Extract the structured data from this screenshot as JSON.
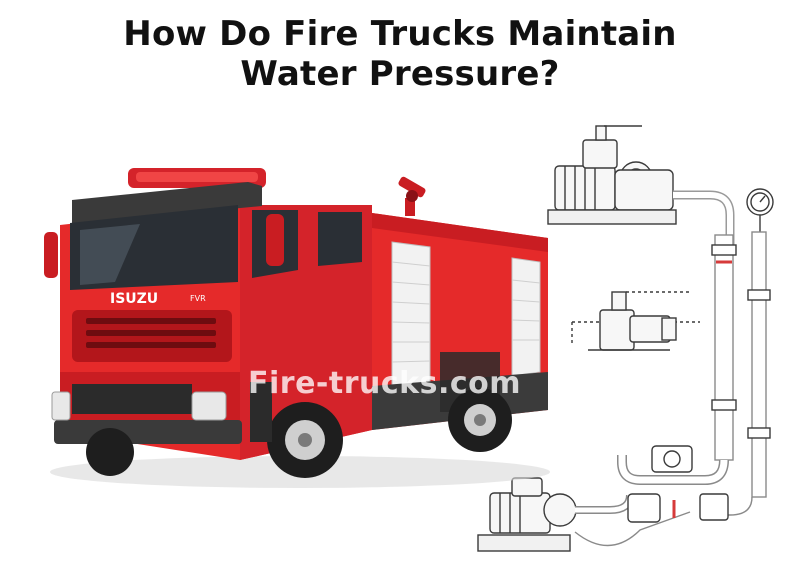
{
  "title": {
    "line1": "How Do Fire Trucks Maintain",
    "line2": "Water Pressure?"
  },
  "truck": {
    "brand_badge": "ISUZU",
    "cab_badge": "FVR"
  },
  "watermark": "Fire-trucks.com",
  "icons": [
    "fire-truck-illustration",
    "pump-diagram",
    "pressure-gauge-icon",
    "water-monitor-cannon"
  ],
  "colors": {
    "truck_red": "#e52a2a",
    "shadow_red": "#b3161b",
    "diagram_line": "#3a3a3a",
    "background": "#ffffff"
  }
}
